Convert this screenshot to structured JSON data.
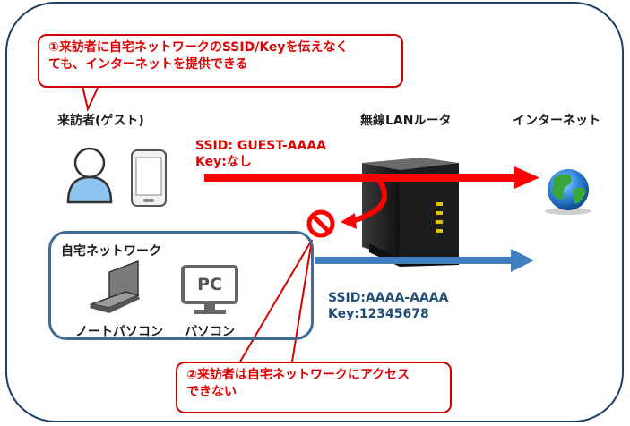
{
  "callout_top": {
    "line1": "①来訪者に自宅ネットワークのSSID/Keyを伝えなく",
    "line2": "ても、インターネットを提供できる"
  },
  "callout_bottom": {
    "line1": "②来訪者は自宅ネットワークにアクセス",
    "line2": "できない"
  },
  "labels": {
    "visitor": "来訪者(ゲスト)",
    "router": "無線LANルータ",
    "internet": "インターネット",
    "home_network": "自宅ネットワーク",
    "notebook": "ノートパソコン",
    "pc": "パソコン",
    "pc_screen": "PC"
  },
  "guest_ssid": {
    "ssid": "SSID: GUEST-AAAA",
    "key": "Key:なし"
  },
  "home_ssid": {
    "ssid": "SSID:AAAA-AAAA",
    "key": "Key:12345678"
  },
  "colors": {
    "guest_arrow": "#ff0000",
    "home_arrow": "#3f7fbf",
    "callout_border": "#d00000",
    "frame_border": "#1f3f6a"
  }
}
